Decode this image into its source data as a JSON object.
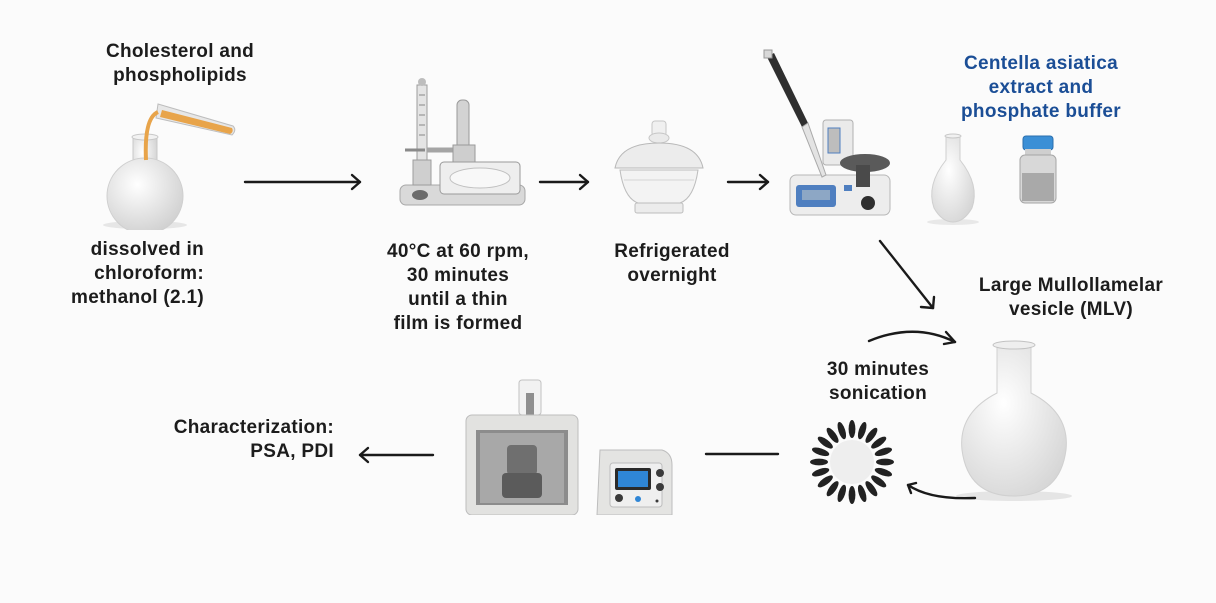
{
  "steps": {
    "lipids": {
      "title": "Cholesterol and\nphospholipids",
      "caption": "dissolved in\nchloroform:\nmethanol (2.1)",
      "icon": "round-flask-pouring-icon",
      "liquid_color": "#e8a44a"
    },
    "evaporation": {
      "caption": "40°C at 60 rpm,\n30 minutes\nuntil a thin\nfilm is formed",
      "icon": "rotary-evaporator-icon"
    },
    "refrigeration": {
      "caption": "Refrigerated\novernight",
      "icon": "desiccator-icon"
    },
    "hydration": {
      "icon": "pipette-mixer-icon"
    },
    "extract": {
      "title": "Centella asiatica\nextract and\nphosphate buffer",
      "title_color": "#1b4e96",
      "icons": [
        "pear-flask-icon",
        "vial-icon"
      ],
      "vial_cap_color": "#3b8fd6"
    },
    "mlv": {
      "title": "Large Mullollamelar\nvesicle (MLV)",
      "icon": "round-flask-icon"
    },
    "sonication": {
      "caption": "30 minutes\nsonication",
      "icon": "liposome-icon"
    },
    "sonicator": {
      "icon": "probe-sonicator-icon",
      "screen_color": "#2f86d6"
    },
    "characterization": {
      "caption": "Characterization:\nPSA, PDI"
    }
  },
  "arrows": [
    {
      "from": "lipids",
      "to": "evaporation",
      "direction": "right"
    },
    {
      "from": "evaporation",
      "to": "refrigeration",
      "direction": "right"
    },
    {
      "from": "refrigeration",
      "to": "hydration",
      "direction": "right"
    },
    {
      "from": "hydration",
      "to": "mlv",
      "direction": "down-right"
    },
    {
      "from": "sonication",
      "to": "mlv",
      "direction": "curved"
    },
    {
      "from": "mlv",
      "to": "liposome",
      "direction": "curved"
    },
    {
      "from": "liposome",
      "to": "sonicator",
      "direction": "line"
    },
    {
      "from": "sonicator",
      "to": "characterization",
      "direction": "left"
    }
  ]
}
